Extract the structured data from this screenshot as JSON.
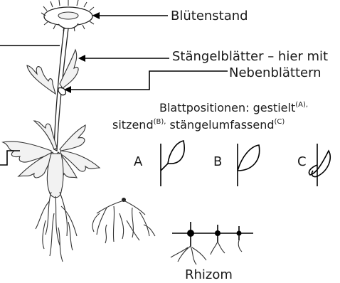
{
  "labels": {
    "bluetenstand": "Blütenstand",
    "stangelblaetter_line1": "Stängelblätter – hier mit",
    "stangelblaetter_line2": "Nebenblättern",
    "positions_line1": "Blattpositionen: gestielt",
    "positions_line1_sup": "(A),",
    "positions_line2_a": "sitzend",
    "positions_line2_sup1": "(B),",
    "positions_line2_b": " stängelumfassend",
    "positions_line2_sup2": "(C)",
    "letter_a": "A",
    "letter_b": "B",
    "letter_c": "C",
    "rhizom": "Rhizom"
  }
}
